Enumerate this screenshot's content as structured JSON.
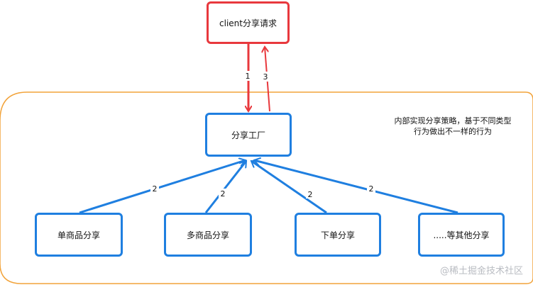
{
  "colors": {
    "client_border": "#e8383d",
    "node_border": "#1f7fe0",
    "container_border": "#f2a33a",
    "request_arrow": "#e8383d",
    "strategy_arrow": "#1f7fe0",
    "text": "#111111"
  },
  "nodes": {
    "client": "client分享请求",
    "factory": "分享工厂",
    "strategies": [
      "单商品分享",
      "多商品分享",
      "下单分享",
      ".....等其他分享"
    ]
  },
  "edges": {
    "request_label": "1",
    "response_label": "3",
    "strategy_labels": [
      "2",
      "2",
      "2",
      "2"
    ]
  },
  "note": {
    "line1": "内部实现分享策略，基于不同类型",
    "line2": "行为做出不一样的行为"
  },
  "watermark": "@稀土掘金技术社区"
}
